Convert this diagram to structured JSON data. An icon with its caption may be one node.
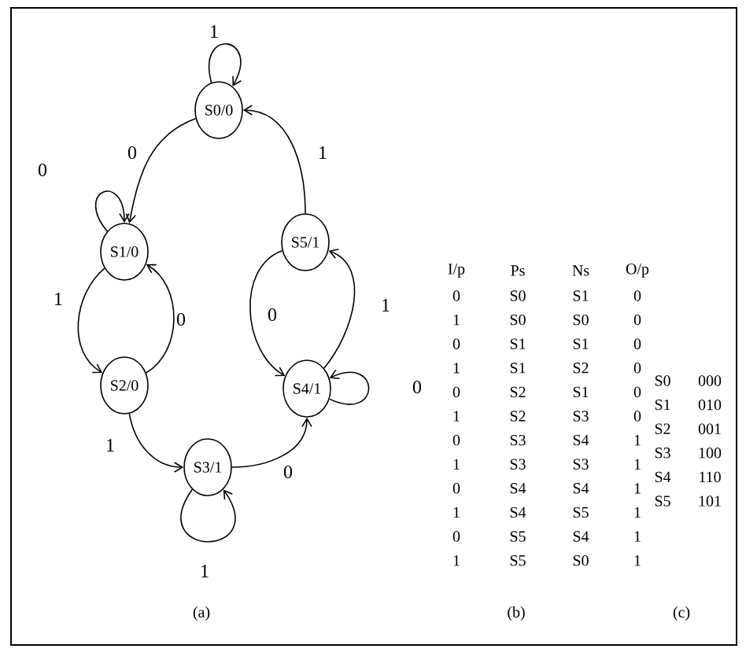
{
  "diagram": {
    "nodes": [
      {
        "text": [
          "S0/0"
        ]
      },
      {
        "text": [
          "S1/0"
        ]
      },
      {
        "text": [
          "S2/0"
        ]
      },
      {
        "text": [
          "S3/1"
        ]
      },
      {
        "text": [
          "S4/1"
        ]
      },
      {
        "text": [
          "S5/1"
        ]
      }
    ],
    "edges": [
      {
        "from": 0,
        "to": 0,
        "arrow": "to",
        "label": "1"
      },
      {
        "from": 0,
        "to": 1,
        "arrow": "to",
        "label": "0"
      },
      {
        "from": 5,
        "to": 0,
        "arrow": "to",
        "label": "1"
      },
      {
        "from": 1,
        "to": 1,
        "arrow": "to",
        "label": "0"
      },
      {
        "from": 1,
        "to": 2,
        "arrow": "to",
        "label": "1"
      },
      {
        "from": 2,
        "to": 1,
        "arrow": "to",
        "label": "0"
      },
      {
        "from": 2,
        "to": 3,
        "arrow": "to",
        "label": "1"
      },
      {
        "from": 3,
        "to": 3,
        "arrow": "to",
        "label": "1"
      },
      {
        "from": 3,
        "to": 4,
        "arrow": "to",
        "label": "0"
      },
      {
        "from": 4,
        "to": 4,
        "arrow": "to",
        "label": "0"
      },
      {
        "from": 4,
        "to": 5,
        "arrow": "to",
        "label": "1"
      },
      {
        "from": 5,
        "to": 4,
        "arrow": "to",
        "label": "0"
      }
    ],
    "labels": [
      "I/p",
      "Ps",
      "Ns",
      "O/p",
      "0",
      "S0",
      "S1",
      "0",
      "1",
      "S0",
      "S0",
      "0",
      "0",
      "S1",
      "S1",
      "0",
      "1",
      "S1",
      "S2",
      "0",
      "0",
      "S2",
      "S1",
      "0",
      "1",
      "S2",
      "S3",
      "0",
      "0",
      "S3",
      "S4",
      "1",
      "1",
      "S3",
      "S3",
      "1",
      "0",
      "S4",
      "S4",
      "1",
      "1",
      "S4",
      "S5",
      "1",
      "0",
      "S5",
      "S4",
      "1",
      "1",
      "S5",
      "S0",
      "1",
      "S0",
      "000",
      "S1",
      "010",
      "S2",
      "001",
      "S3",
      "100",
      "S4",
      "110",
      "S5",
      "101",
      "(a)",
      "(b)",
      "(c)"
    ]
  }
}
